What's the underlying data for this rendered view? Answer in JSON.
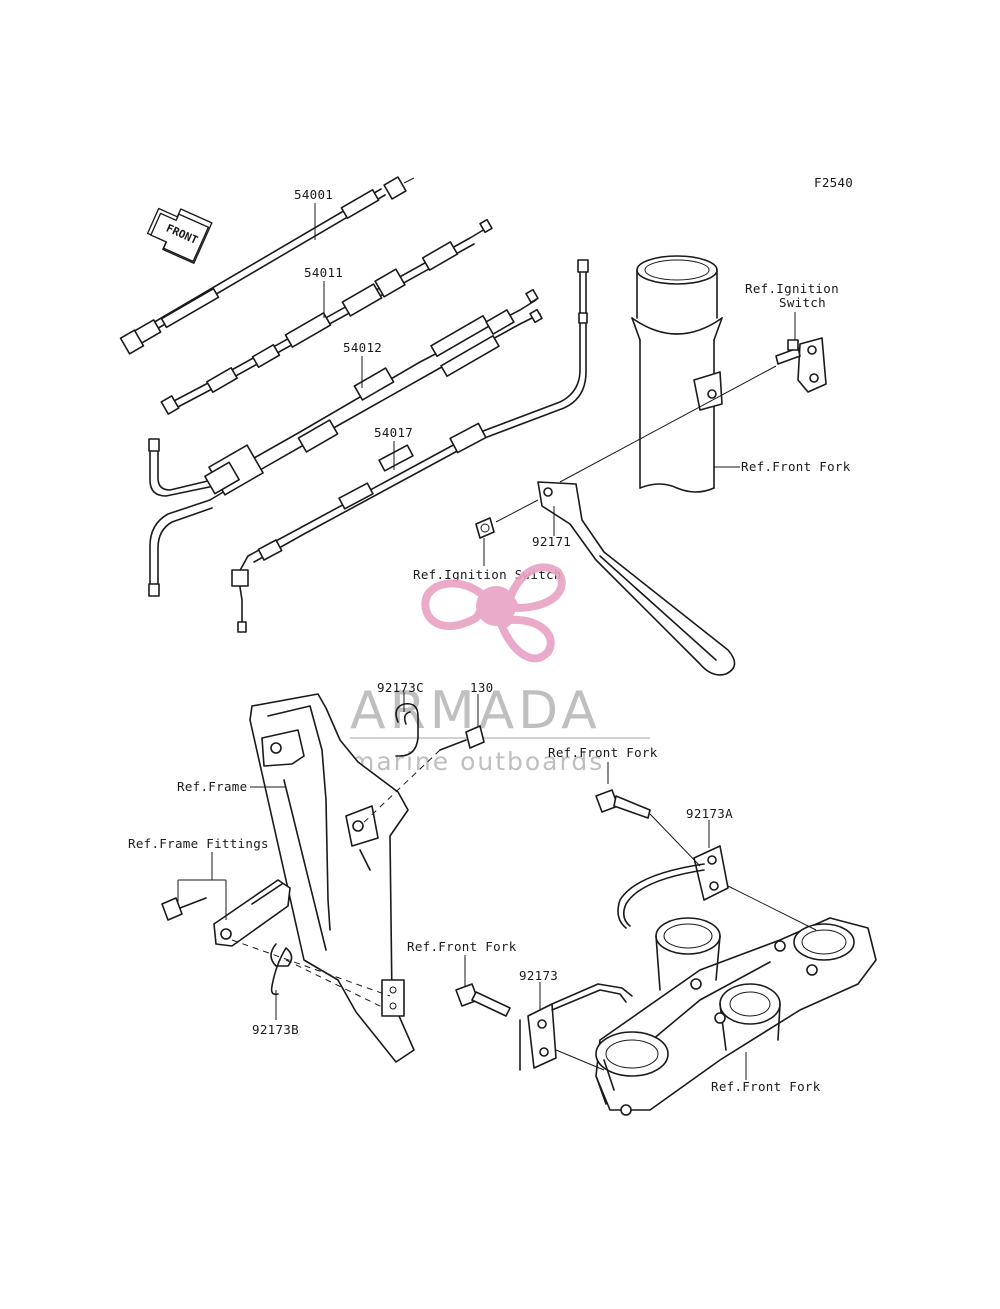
{
  "figure_code": "F2540",
  "front_arrow_label": "FRONT",
  "labels": {
    "p54001": "54001",
    "p54011": "54011",
    "p54012": "54012",
    "p54017": "54017",
    "p92171": "92171",
    "p92173C": "92173C",
    "p130": "130",
    "p92173A": "92173A",
    "p92173": "92173",
    "p92173B": "92173B",
    "ref_ignition_switch_top_1": "Ref.Ignition",
    "ref_ignition_switch_top_2": "Switch",
    "ref_front_fork_top": "Ref.Front Fork",
    "ref_ignition_switch_mid": "Ref.Ignition Switch",
    "ref_front_fork_mid": "Ref.Front Fork",
    "ref_frame": "Ref.Frame",
    "ref_frame_fittings": "Ref.Frame Fittings",
    "ref_front_fork_lower": "Ref.Front Fork",
    "ref_front_fork_bottom": "Ref.Front Fork"
  },
  "watermark": {
    "brand": "ARMADA",
    "tagline": "marine outboards",
    "color": "#e8a2c4"
  }
}
